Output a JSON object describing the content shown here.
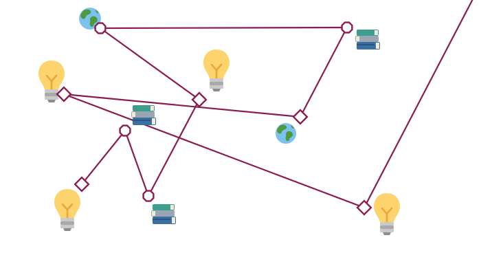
{
  "colors": {
    "background": "#ffffff",
    "line": "#8a1c52",
    "node_fill": "#ffffff",
    "bulb_glass": "#fdd36e",
    "bulb_filament": "#e8a93a",
    "bulb_base": "#b5b5b5",
    "globe_ocean": "#7cc2f0",
    "globe_land": "#4f9a3c",
    "book_green": "#3e9e8e",
    "book_grey": "#9aa6b2",
    "book_blue": "#3b6fa0",
    "book_pages": "#f1ead7"
  },
  "icons": [
    {
      "id": "globe-1",
      "type": "globe"
    },
    {
      "id": "globe-2",
      "type": "globe"
    },
    {
      "id": "books-1",
      "type": "books"
    },
    {
      "id": "books-2",
      "type": "books"
    },
    {
      "id": "books-3",
      "type": "books"
    },
    {
      "id": "bulb-1",
      "type": "lightbulb"
    },
    {
      "id": "bulb-2",
      "type": "lightbulb"
    },
    {
      "id": "bulb-3",
      "type": "lightbulb"
    },
    {
      "id": "bulb-4",
      "type": "lightbulb"
    }
  ],
  "nodes": [
    {
      "id": "n1",
      "shape": "octagon"
    },
    {
      "id": "n2",
      "shape": "octagon"
    },
    {
      "id": "n3",
      "shape": "square"
    },
    {
      "id": "n4",
      "shape": "square"
    },
    {
      "id": "n5",
      "shape": "square"
    },
    {
      "id": "n6",
      "shape": "octagon"
    },
    {
      "id": "n7",
      "shape": "square"
    },
    {
      "id": "n8",
      "shape": "octagon"
    },
    {
      "id": "n9",
      "shape": "square"
    }
  ],
  "edges": [
    [
      "n1",
      "n2"
    ],
    [
      "n1",
      "n4"
    ],
    [
      "n2",
      "n5"
    ],
    [
      "n3",
      "n5"
    ],
    [
      "n3",
      "n9"
    ],
    [
      "n4",
      "n8"
    ],
    [
      "n6",
      "n7"
    ],
    [
      "n6",
      "n8"
    ]
  ],
  "open_edges": [
    {
      "from": "n9",
      "to": "off-top-right"
    }
  ]
}
